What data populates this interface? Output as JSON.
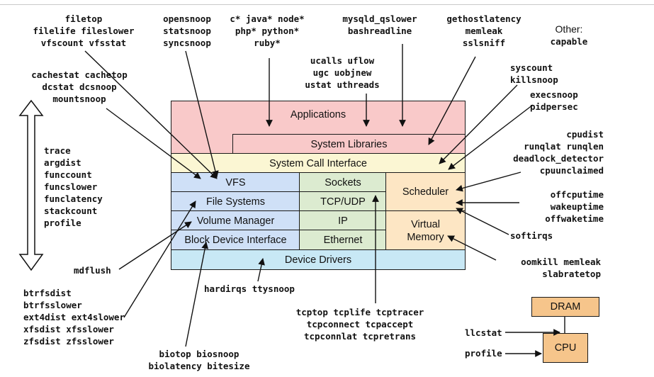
{
  "layers": {
    "applications": "Applications",
    "system_libraries": "System Libraries",
    "system_call_interface": "System Call Interface",
    "vfs": "VFS",
    "file_systems": "File Systems",
    "volume_manager": "Volume Manager",
    "block_device_interface": "Block Device Interface",
    "sockets": "Sockets",
    "tcp_udp": "TCP/UDP",
    "ip": "IP",
    "ethernet": "Ethernet",
    "scheduler": "Scheduler",
    "virtual_memory": "Virtual\nMemory",
    "device_drivers": "Device Drivers",
    "dram": "DRAM",
    "cpu": "CPU"
  },
  "tools": {
    "filetop": "filetop\nfilelife fileslower\nvfscount vfsstat",
    "cachestat": "cachestat cachetop\ndcstat dcsnoop\nmountsnoop",
    "opensnoop": "opensnoop\nstatsnoop\nsyncsnoop",
    "languages": "c* java* node*\nphp* python*\nruby*",
    "mysqld": "mysqld_qslower\nbashreadline",
    "gethostlatency": "gethostlatency\nmemleak\nsslsniff",
    "ucalls": "ucalls uflow\nugc uobjnew\nustat uthreads",
    "syscount": "syscount\nkillsnoop",
    "execsnoop": "execsnoop\npidpersec",
    "cpudist": "cpudist\nrunqlat runqlen\ndeadlock_detector\ncpuunclaimed",
    "offcputime": "offcputime\nwakeuptime\noffwaketime",
    "softirqs": "softirqs",
    "oomkill": "oomkill memleak\nslabratetop",
    "trace": "trace\nargdist\nfunccount\nfuncslower\nfunclatency\nstackcount\nprofile",
    "mdflush": "mdflush",
    "btrfs": "btrfsdist\nbtrfsslower\next4dist ext4slower\nxfsdist xfsslower\nzfsdist zfsslower",
    "hardirqs": "hardirqs ttysnoop",
    "biotop": "biotop biosnoop\nbiolatency bitesize",
    "tcptop": "tcptop tcplife tcptracer\ntcpconnect tcpaccept\ntcpconnlat tcpretrans",
    "llcstat": "llcstat",
    "profile_cpu": "profile"
  },
  "other": {
    "label": "Other:",
    "tool": "capable"
  },
  "colors": {
    "applications": "#f9c9c9",
    "system_call_interface": "#fbf6d3",
    "storage": "#cfe0f7",
    "network": "#dcebd0",
    "scheduler": "#fde6c4",
    "device_drivers": "#c8e8f5",
    "hardware": "#f6c58b"
  }
}
